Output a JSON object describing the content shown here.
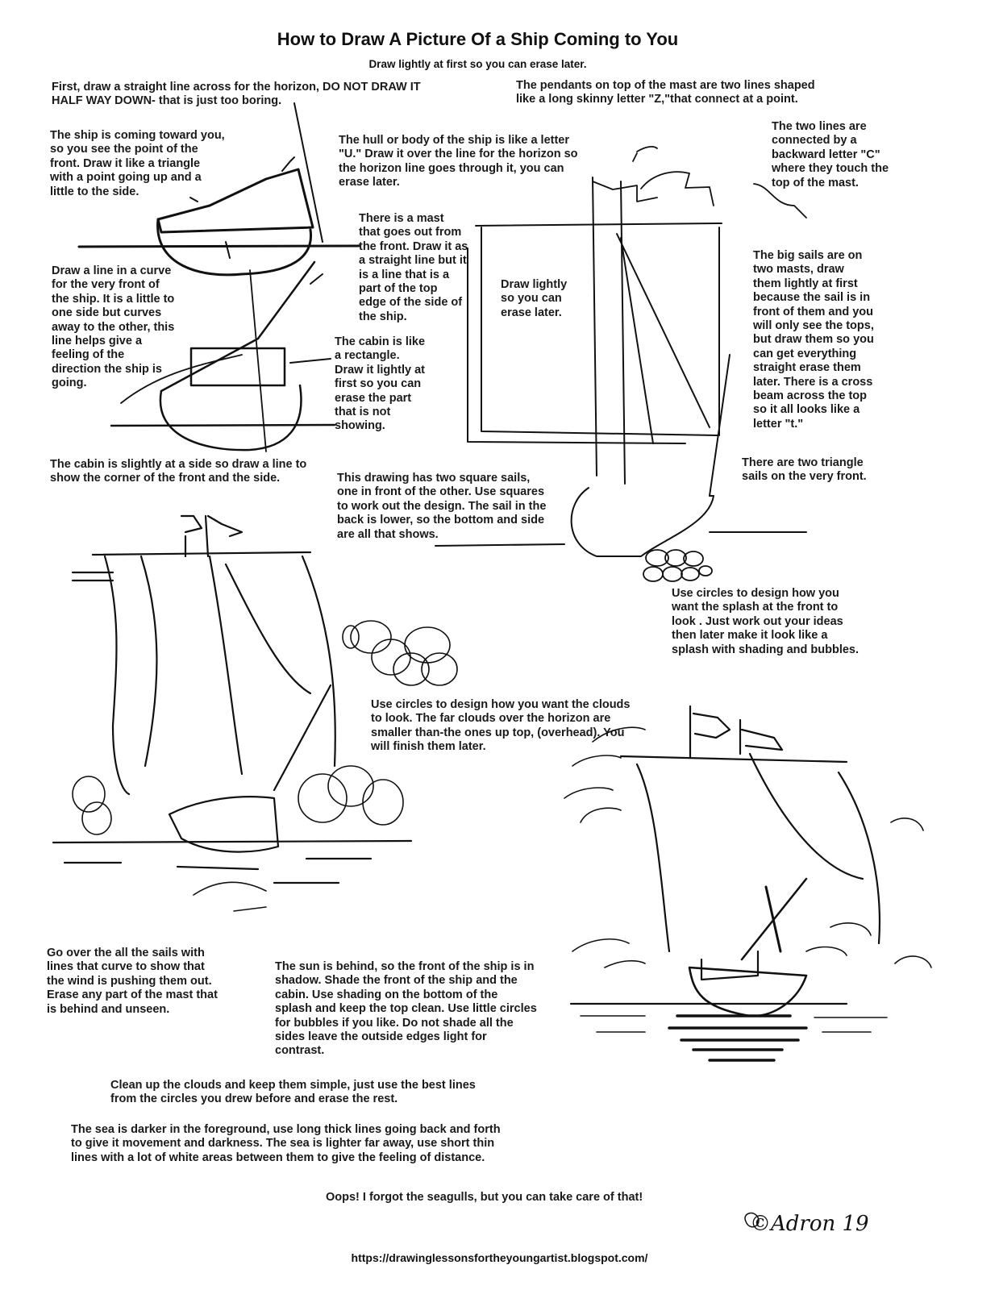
{
  "header": {
    "title": "How to Draw A Picture Of a Ship Coming to You",
    "subtitle": "Draw lightly at first so you can erase later."
  },
  "instructions": {
    "horizon": "First, draw a straight line across for the horizon, DO NOT DRAW IT\nHALF WAY DOWN- that is just too boring.",
    "pendants": "The pendants on top of the mast are two lines shaped\nlike a long skinny letter \"Z,\"that connect at a point.",
    "ship_toward": "The ship is coming toward you,\nso you see the point of the\nfront. Draw it like a triangle\nwith a point going up and a\nlittle to the side.",
    "hull": "The hull or body of the ship is like a letter\n\"U.\" Draw it over the line for the horizon so\nthe horizon line goes through it, you can\nerase later.",
    "backward_c": "The two lines are\nconnected by a\nbackward letter \"C\"\nwhere they touch the\ntop of the mast.",
    "mast": "There is a mast\nthat goes out from\nthe front. Draw it as\na straight line but it\nis a line that is a\npart of the top\nedge of the side of\nthe ship.",
    "curve_front": "Draw a line in a curve\nfor the very front of\nthe ship. It is a little to\none side but curves\naway to the other, this\nline helps give a\nfeeling of the\ndirection the ship is\ngoing.",
    "draw_lightly": "Draw lightly\nso you can\nerase later.",
    "big_sails": "The big sails are on\ntwo masts, draw\nthem lightly at first\nbecause the sail is in\nfront of them and you\nwill only see the tops,\nbut draw them so you\ncan get everything\nstraight erase them\nlater. There is a cross\nbeam across the top\nso it all looks like a\nletter \"t.\"",
    "cabin_rect": "The cabin is like\na rectangle.\nDraw it lightly at\nfirst so you can\nerase the part\nthat is not\nshowing.",
    "cabin_side": "The cabin is slightly at a side so draw a line to\nshow the corner of the front and the side.",
    "square_sails": "This drawing has two square sails,\none in front of the other. Use squares\nto work out the design. The sail in the\nback is lower, so the bottom and side\nare all that shows.",
    "triangle_sails": "There are two triangle\nsails on the very front.",
    "splash_circles": "Use circles to design how you\nwant the splash at the front to\nlook . Just work out your ideas\nthen later make it look like a\nsplash with shading and bubbles.",
    "cloud_circles": "Use circles to design how you want the clouds\nto look. The far clouds over the horizon are\nsmaller than-the ones up top, (overhead). You\nwill finish them later.",
    "curve_sails": "Go over the all the sails with\nlines that curve to show that\nthe wind is pushing them out.\nErase any part of the mast that\nis behind and unseen.",
    "sun_behind": "The sun is behind, so the front of the ship is in\nshadow. Shade the front of the ship and the\ncabin. Use shading on the bottom of the\nsplash and keep the top clean. Use little circles\nfor bubbles if you like.  Do not shade all the\nsides leave the outside edges light for\ncontrast.",
    "clean_clouds": "Clean up the clouds and keep them simple, just use the best lines\nfrom the circles you drew before and erase the rest.",
    "sea": "The sea is darker in the foreground, use long thick lines going back and forth\nto give it movement and darkness. The sea is lighter far away, use short thin\nlines with a lot of white areas between them to give the feeling of distance.",
    "seagulls": "Oops! I forgot the seagulls, but you can take care of that!"
  },
  "footer": {
    "url": "https://drawinglessonsfortheyoungartist.blogspot.com/",
    "signature": "©Adron 19"
  },
  "illustrations": [
    {
      "name": "step-1-triangle-hull-sketch"
    },
    {
      "name": "step-2-cabin-mast-sketch"
    },
    {
      "name": "step-3-square-sails-sketch"
    },
    {
      "name": "step-4-outlined-ship-with-cloud-circles"
    },
    {
      "name": "step-5-finished-ship-shaded"
    }
  ]
}
